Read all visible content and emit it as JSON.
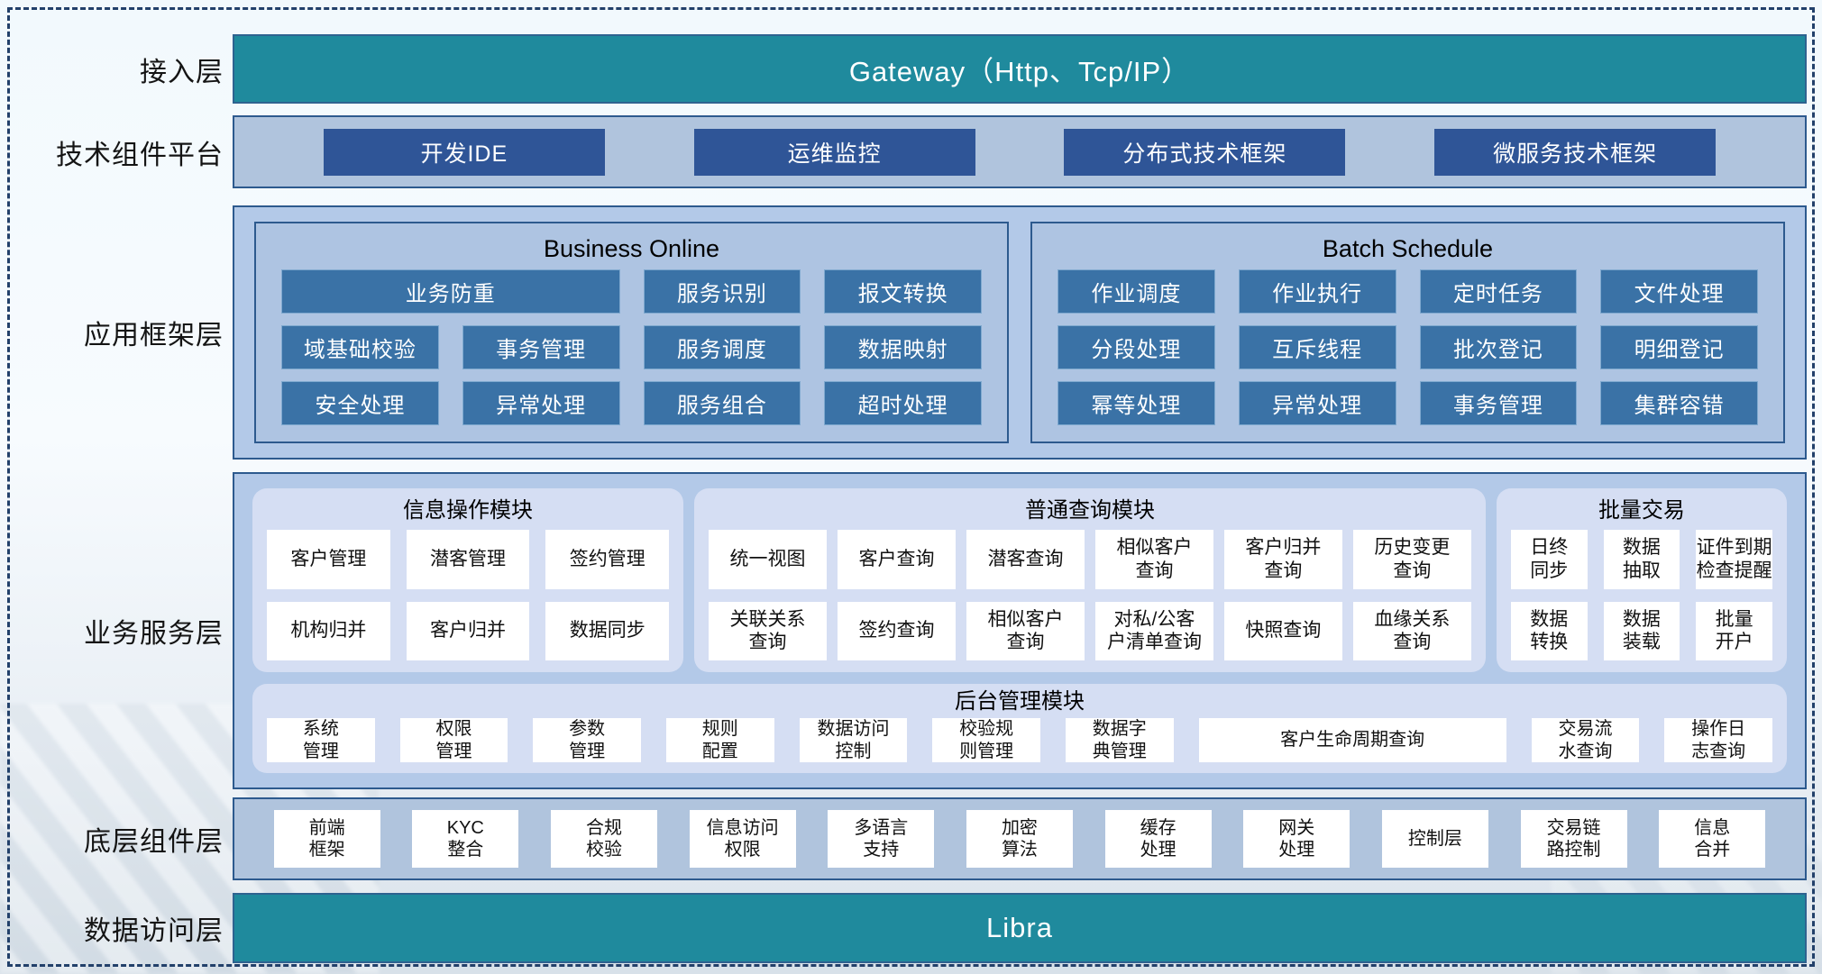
{
  "colors": {
    "teal": "#1f8a9d",
    "navy_button": "#2f5597",
    "steel_box": "#3a72a6",
    "band_bg": "#b0c4dd",
    "panel_bg": "#b3c9e8",
    "subpanel_bg": "#aec4e2",
    "module_bg": "#d5def3",
    "border_blue": "#2d5a8e",
    "frame_dash": "#22406a"
  },
  "layers": {
    "access": {
      "label": "接入层",
      "gateway": "Gateway（Http、Tcp/IP）"
    },
    "tech_platform": {
      "label": "技术组件平台",
      "items": [
        "开发IDE",
        "运维监控",
        "分布式技术框架",
        "微服务技术框架"
      ]
    },
    "app_framework": {
      "label": "应用框架层",
      "business_online": {
        "title": "Business Online",
        "boxes": [
          {
            "label": "业务防重",
            "span": 2
          },
          {
            "label": "服务识别"
          },
          {
            "label": "报文转换"
          },
          {
            "label": "域基础校验"
          },
          {
            "label": "事务管理"
          },
          {
            "label": "服务调度"
          },
          {
            "label": "数据映射"
          },
          {
            "label": "安全处理"
          },
          {
            "label": "异常处理"
          },
          {
            "label": "服务组合"
          },
          {
            "label": "超时处理"
          }
        ]
      },
      "batch_schedule": {
        "title": "Batch Schedule",
        "boxes": [
          {
            "label": "作业调度"
          },
          {
            "label": "作业执行"
          },
          {
            "label": "定时任务"
          },
          {
            "label": "文件处理"
          },
          {
            "label": "分段处理"
          },
          {
            "label": "互斥线程"
          },
          {
            "label": "批次登记"
          },
          {
            "label": "明细登记"
          },
          {
            "label": "幂等处理"
          },
          {
            "label": "异常处理"
          },
          {
            "label": "事务管理"
          },
          {
            "label": "集群容错"
          }
        ]
      }
    },
    "business_service": {
      "label": "业务服务层",
      "info_module": {
        "title": "信息操作模块",
        "boxes": [
          "客户管理",
          "潜客管理",
          "签约管理",
          "机构归并",
          "客户归并",
          "数据同步"
        ]
      },
      "query_module": {
        "title": "普通查询模块",
        "boxes": [
          "统一视图",
          "客户查询",
          "潜客查询",
          "相似客户\n查询",
          "客户归并\n查询",
          "历史变更\n查询",
          "关联关系\n查询",
          "签约查询",
          "相似客户\n查询",
          "对私/公客\n户清单查询",
          "快照查询",
          "血缘关系\n查询"
        ]
      },
      "batch_module": {
        "title": "批量交易",
        "boxes": [
          "日终\n同步",
          "数据\n抽取",
          "证件到期\n检查提醒",
          "数据\n转换",
          "数据\n装载",
          "批量\n开户"
        ]
      },
      "admin_module": {
        "title": "后台管理模块",
        "boxes": [
          {
            "label": "系统\n管理"
          },
          {
            "label": "权限\n管理"
          },
          {
            "label": "参数\n管理"
          },
          {
            "label": "规则\n配置"
          },
          {
            "label": "数据访问\n控制"
          },
          {
            "label": "校验规\n则管理"
          },
          {
            "label": "数据字\n典管理"
          },
          {
            "label": "客户生命周期查询",
            "wide": true
          },
          {
            "label": "交易流\n水查询"
          },
          {
            "label": "操作日\n志查询"
          }
        ]
      }
    },
    "bottom_components": {
      "label": "底层组件层",
      "items": [
        "前端\n框架",
        "KYC\n整合",
        "合规\n校验",
        "信息访问\n权限",
        "多语言\n支持",
        "加密\n算法",
        "缓存\n处理",
        "网关\n处理",
        "控制层",
        "交易链\n路控制",
        "信息\n合并"
      ]
    },
    "data_access": {
      "label": "数据访问层",
      "band": "Libra"
    }
  }
}
